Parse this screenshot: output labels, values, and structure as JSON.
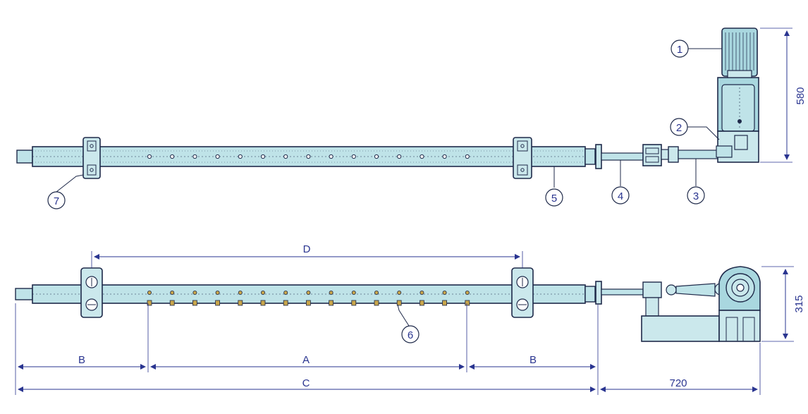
{
  "colors": {
    "ink": "#1f2a4a",
    "shaft_fill": "#bfe3e8",
    "motor_fill": "#a9d7df",
    "base_fill": "#cbe8ec",
    "dim_line": "#2a3590",
    "nozzle": "#c9a64a"
  },
  "callouts": [
    {
      "id": "1",
      "label": "1"
    },
    {
      "id": "2",
      "label": "2"
    },
    {
      "id": "3",
      "label": "3"
    },
    {
      "id": "4",
      "label": "4"
    },
    {
      "id": "5",
      "label": "5"
    },
    {
      "id": "6",
      "label": "6"
    },
    {
      "id": "7",
      "label": "7"
    }
  ],
  "dimensions": {
    "height_top": "580",
    "height_bottom": "315",
    "width_right": "720",
    "label_D": "D",
    "label_A": "A",
    "label_B_left": "B",
    "label_B_right": "B",
    "label_C": "C"
  },
  "icons": {
    "bearing_block": "bearing-block-icon",
    "motor": "motor-icon",
    "nozzle": "nozzle-icon",
    "coupling": "coupling-icon"
  }
}
